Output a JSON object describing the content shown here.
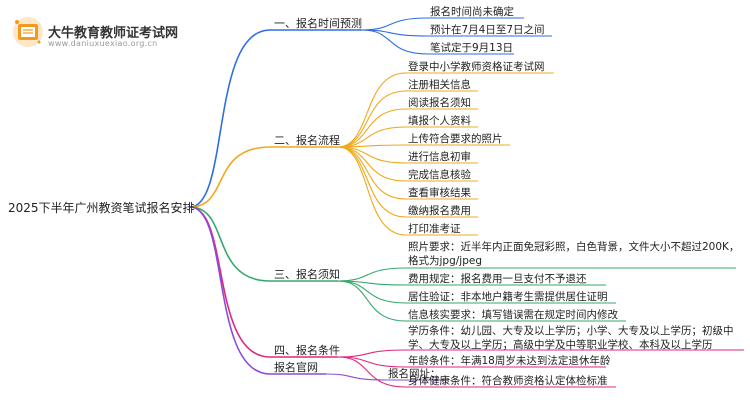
{
  "logo": {
    "title": "大牛教育教师证考试网",
    "subtitle": "www.daniuxuexiao.org.cn"
  },
  "root": "2025下半年广州教资笔试报名安排",
  "branches": [
    {
      "label": "一、报名时间预测",
      "color": "#2f6de1",
      "items": [
        "报名时间尚未确定",
        "预计在7月4日至7日之间",
        "笔试定于9月13日"
      ]
    },
    {
      "label": "二、报名流程",
      "color": "#f0a81c",
      "items": [
        "登录中小学教师资格证考试网",
        "注册相关信息",
        "阅读报名须知",
        "填报个人资料",
        "上传符合要求的照片",
        "进行信息初审",
        "完成信息核验",
        "查看审核结果",
        "缴纳报名费用",
        "打印准考证"
      ]
    },
    {
      "label": "三、报名须知",
      "color": "#35a86a",
      "items": [
        "照片要求：近半年内正面免冠彩照，白色背景，文件大小不超过200K，格式为jpg/jpeg",
        "费用规定：报名费用一旦支付不予退还",
        "居住验证：非本地户籍考生需提供居住证明",
        "信息核实要求：填写错误需在规定时间内修改"
      ]
    },
    {
      "label": "四、报名条件",
      "color": "#e0297d",
      "items": [
        "学历条件：幼儿园、大专及以上学历；小学、大专及以上学历；初级中学、大专及以上学历；高级中学及中等职业学校、本科及以上学历",
        "年龄条件：年满18周岁未达到法定退休年龄",
        "身体健康条件：符合教师资格认定体检标准"
      ]
    },
    {
      "label": "报名官网",
      "color": "#8b4dd6",
      "items": [
        "报名网址："
      ]
    }
  ]
}
